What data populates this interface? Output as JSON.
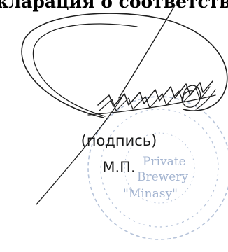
{
  "document": {
    "heading": "Декларация о соответствии",
    "signature_caption": "(подпись)",
    "seal_caption": "М.П."
  },
  "stamp": {
    "line_1": "Private",
    "line_2": "Brewery",
    "line_3": "\"Minasy\""
  },
  "colors": {
    "text": "#000000",
    "stamp_ink": "#7d95bd",
    "signature_ink": "#1e1e1e"
  }
}
